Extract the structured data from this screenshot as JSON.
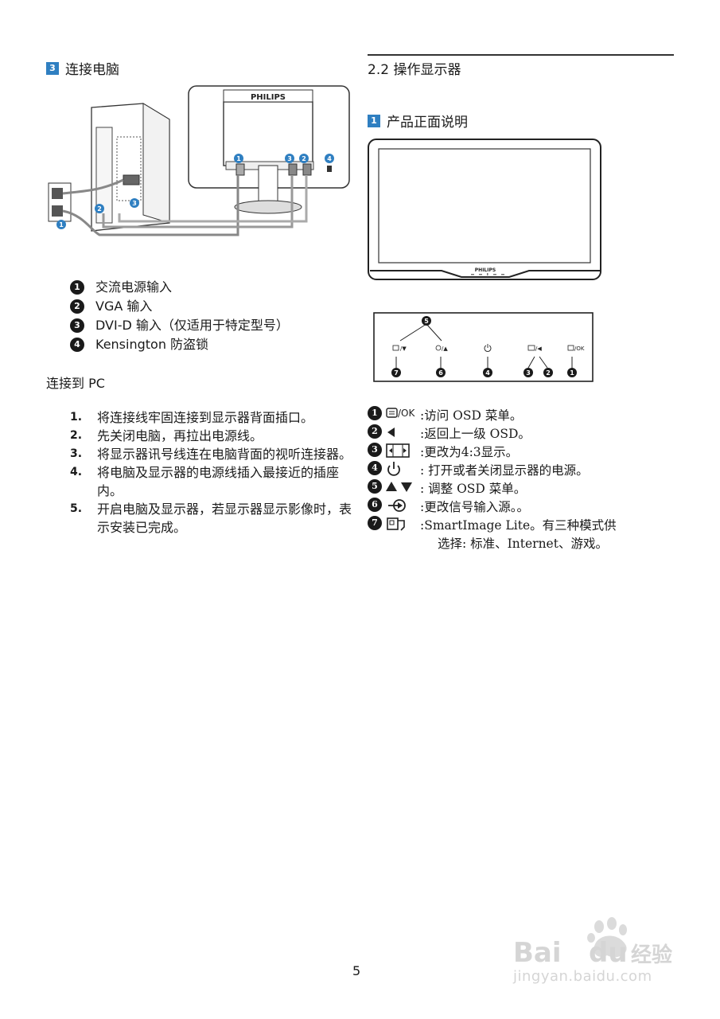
{
  "left": {
    "section_num": "3",
    "section_title": "连接电脑",
    "brand": "PHILIPS",
    "legend": [
      {
        "num": "1",
        "text": "交流电源输入"
      },
      {
        "num": "2",
        "text": "VGA 输入"
      },
      {
        "num": "3",
        "text": "DVI-D 输入（仅适用于特定型号）"
      },
      {
        "num": "4",
        "text": "Kensington 防盗锁"
      }
    ],
    "connect_heading": "连接到 PC",
    "steps": [
      {
        "num": "1.",
        "text": "将连接线牢固连接到显示器背面插口。"
      },
      {
        "num": "2.",
        "text": "先关闭电脑，再拉出电源线。"
      },
      {
        "num": "3.",
        "text": "将显示器讯号线连在电脑背面的视听连接器。"
      },
      {
        "num": "4.",
        "text": "将电脑及显示器的电源线插入最接近的插座内。"
      },
      {
        "num": "5.",
        "text": "开启电脑及显示器，若显示器显示影像时，表示安装已完成。"
      }
    ]
  },
  "right": {
    "heading": "2.2 操作显示器",
    "section_num": "1",
    "section_title": "产品正面说明",
    "brand": "PHILIPS",
    "ok_label": "/OK",
    "controls": [
      {
        "num": "1",
        "icon": "menu-ok-icon",
        "text": ":访问 OSD 菜单。"
      },
      {
        "num": "2",
        "icon": "left-arrow-icon",
        "text": ":返回上一级 OSD。"
      },
      {
        "num": "3",
        "icon": "aspect-ratio-icon",
        "text": ":更改为4:3显示。"
      },
      {
        "num": "4",
        "icon": "power-icon",
        "text": ": 打开或者关闭显示器的电源。"
      },
      {
        "num": "5",
        "icon": "up-down-arrows-icon",
        "text": ": 调整 OSD 菜单。"
      },
      {
        "num": "6",
        "icon": "input-source-icon",
        "text": ":更改信号输入源。。"
      },
      {
        "num": "7",
        "icon": "smartimage-icon",
        "text": ":SmartImage Lite。有三种模式供"
      }
    ],
    "controls_cont": "选择: 标准、Internet、游戏。"
  },
  "page_number": "5",
  "watermark": {
    "logo": "Bai du 经验",
    "url": "jingyan.baidu.com"
  },
  "colors": {
    "accent": "#2f7fc1",
    "text": "#1a1a1a"
  }
}
